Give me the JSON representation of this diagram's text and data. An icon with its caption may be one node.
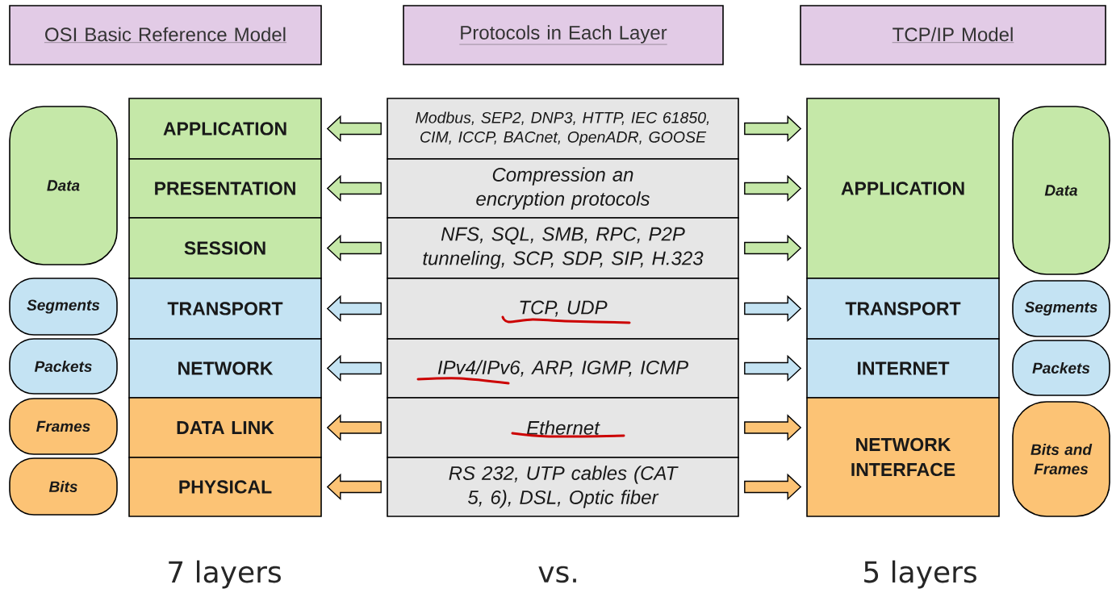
{
  "diagram": {
    "nodes": [
      {
        "text": [
          "OSI Basic Reference Model"
        ]
      },
      {
        "text": [
          "Protocols in Each Layer"
        ]
      },
      {
        "text": [
          "TCP/IP Model"
        ]
      },
      {
        "text": [
          "Data"
        ]
      },
      {
        "text": [
          "Segments"
        ]
      },
      {
        "text": [
          "Packets"
        ]
      },
      {
        "text": [
          "Frames"
        ]
      },
      {
        "text": [
          "Bits"
        ]
      },
      {
        "text": [
          "APPLICATION"
        ]
      },
      {
        "text": [
          "PRESENTATION"
        ]
      },
      {
        "text": [
          "SESSION"
        ]
      },
      {
        "text": [
          "TRANSPORT"
        ]
      },
      {
        "text": [
          "NETWORK"
        ]
      },
      {
        "text": [
          "DATA LINK"
        ]
      },
      {
        "text": [
          "PHYSICAL"
        ]
      },
      {
        "text": [
          "Modbus, SEP2, DNP3, HTTP, IEC 61850, CIM, ICCP, BACnet, OpenADR, GOOSE"
        ]
      },
      {
        "text": [
          "Compression an encryption protocols"
        ]
      },
      {
        "text": [
          "NFS, SQL, SMB, RPC, P2P tunneling, SCP, SDP, SIP, H.323"
        ]
      },
      {
        "text": [
          "TCP, UDP"
        ]
      },
      {
        "text": [
          "IPv4/IPv6, ARP, IGMP, ICMP"
        ]
      },
      {
        "text": [
          "Ethernet"
        ]
      },
      {
        "text": [
          "RS 232, UTP cables (CAT 5, 6), DSL, Optic fiber"
        ]
      },
      {
        "text": [
          "APPLICATION"
        ]
      },
      {
        "text": [
          "TRANSPORT"
        ]
      },
      {
        "text": [
          "INTERNET"
        ]
      },
      {
        "text": [
          "NETWORK INTERFACE"
        ]
      },
      {
        "text": [
          "Data"
        ]
      },
      {
        "text": [
          "Segments"
        ]
      },
      {
        "text": [
          "Packets"
        ]
      },
      {
        "text": [
          "Bits and Frames"
        ]
      }
    ],
    "edges": [
      {
        "from": 15,
        "to": 8,
        "arrow": "to",
        "color": "#c5e8a8"
      },
      {
        "from": 15,
        "to": 22,
        "arrow": "to",
        "color": "#c5e8a8"
      },
      {
        "from": 16,
        "to": 9,
        "arrow": "to",
        "color": "#c5e8a8"
      },
      {
        "from": 16,
        "to": 22,
        "arrow": "to",
        "color": "#c5e8a8"
      },
      {
        "from": 17,
        "to": 10,
        "arrow": "to",
        "color": "#c5e8a8"
      },
      {
        "from": 17,
        "to": 22,
        "arrow": "to",
        "color": "#c5e8a8"
      },
      {
        "from": 18,
        "to": 11,
        "arrow": "to",
        "color": "#c4e3f3"
      },
      {
        "from": 18,
        "to": 23,
        "arrow": "to",
        "color": "#c4e3f3"
      },
      {
        "from": 19,
        "to": 12,
        "arrow": "to",
        "color": "#c4e3f3"
      },
      {
        "from": 19,
        "to": 24,
        "arrow": "to",
        "color": "#c4e3f3"
      },
      {
        "from": 20,
        "to": 13,
        "arrow": "to",
        "color": "#fcc375"
      },
      {
        "from": 20,
        "to": 25,
        "arrow": "to",
        "color": "#fcc375"
      },
      {
        "from": 21,
        "to": 14,
        "arrow": "to",
        "color": "#fcc375"
      },
      {
        "from": 21,
        "to": 25,
        "arrow": "to",
        "color": "#fcc375"
      }
    ],
    "labels": [
      "7 layers",
      "vs.",
      "5 layers"
    ]
  }
}
